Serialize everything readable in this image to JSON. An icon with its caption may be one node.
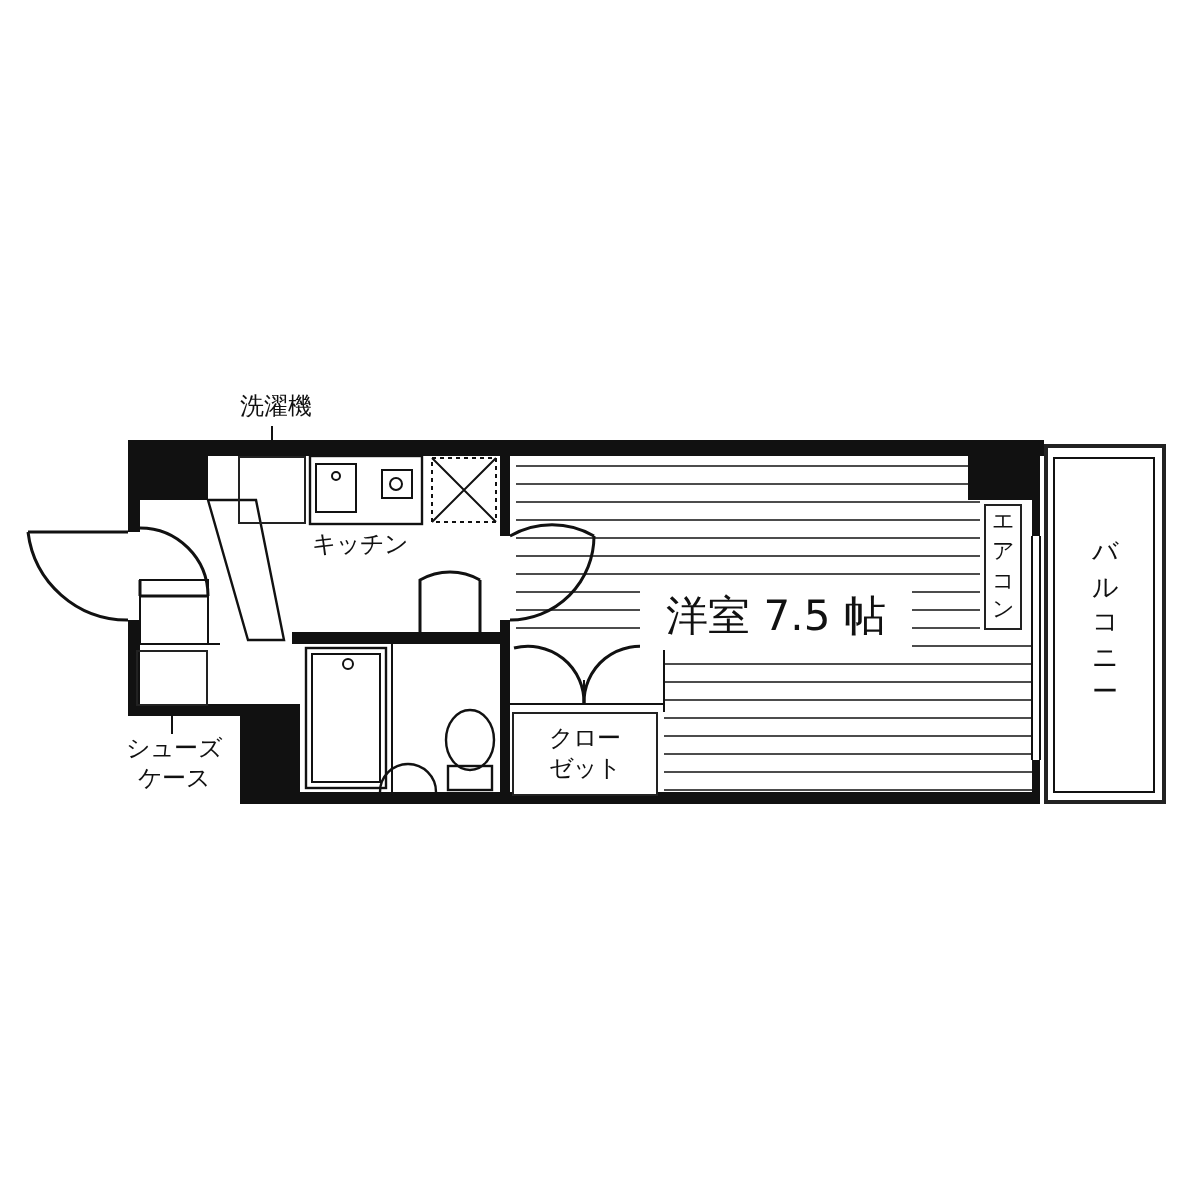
{
  "diagram": {
    "nodes": [
      {
        "text": [
          "洗濯機"
        ]
      },
      {
        "text": [],
        "shape": "box"
      },
      {
        "text": [
          "キッチン"
        ]
      },
      {
        "text": [
          "シューズケース"
        ]
      },
      {
        "text": [],
        "shape": "box"
      },
      {
        "text": [
          "洋室 7.5 帖"
        ]
      },
      {
        "text": [
          "エアコン"
        ]
      },
      {
        "text": [
          "クローゼット"
        ]
      },
      {
        "text": [
          "バルコニー"
        ]
      }
    ],
    "edges": [
      {
        "from": 0,
        "to": 1,
        "arrow": "none"
      },
      {
        "from": 3,
        "to": 4,
        "arrow": "none"
      }
    ]
  }
}
